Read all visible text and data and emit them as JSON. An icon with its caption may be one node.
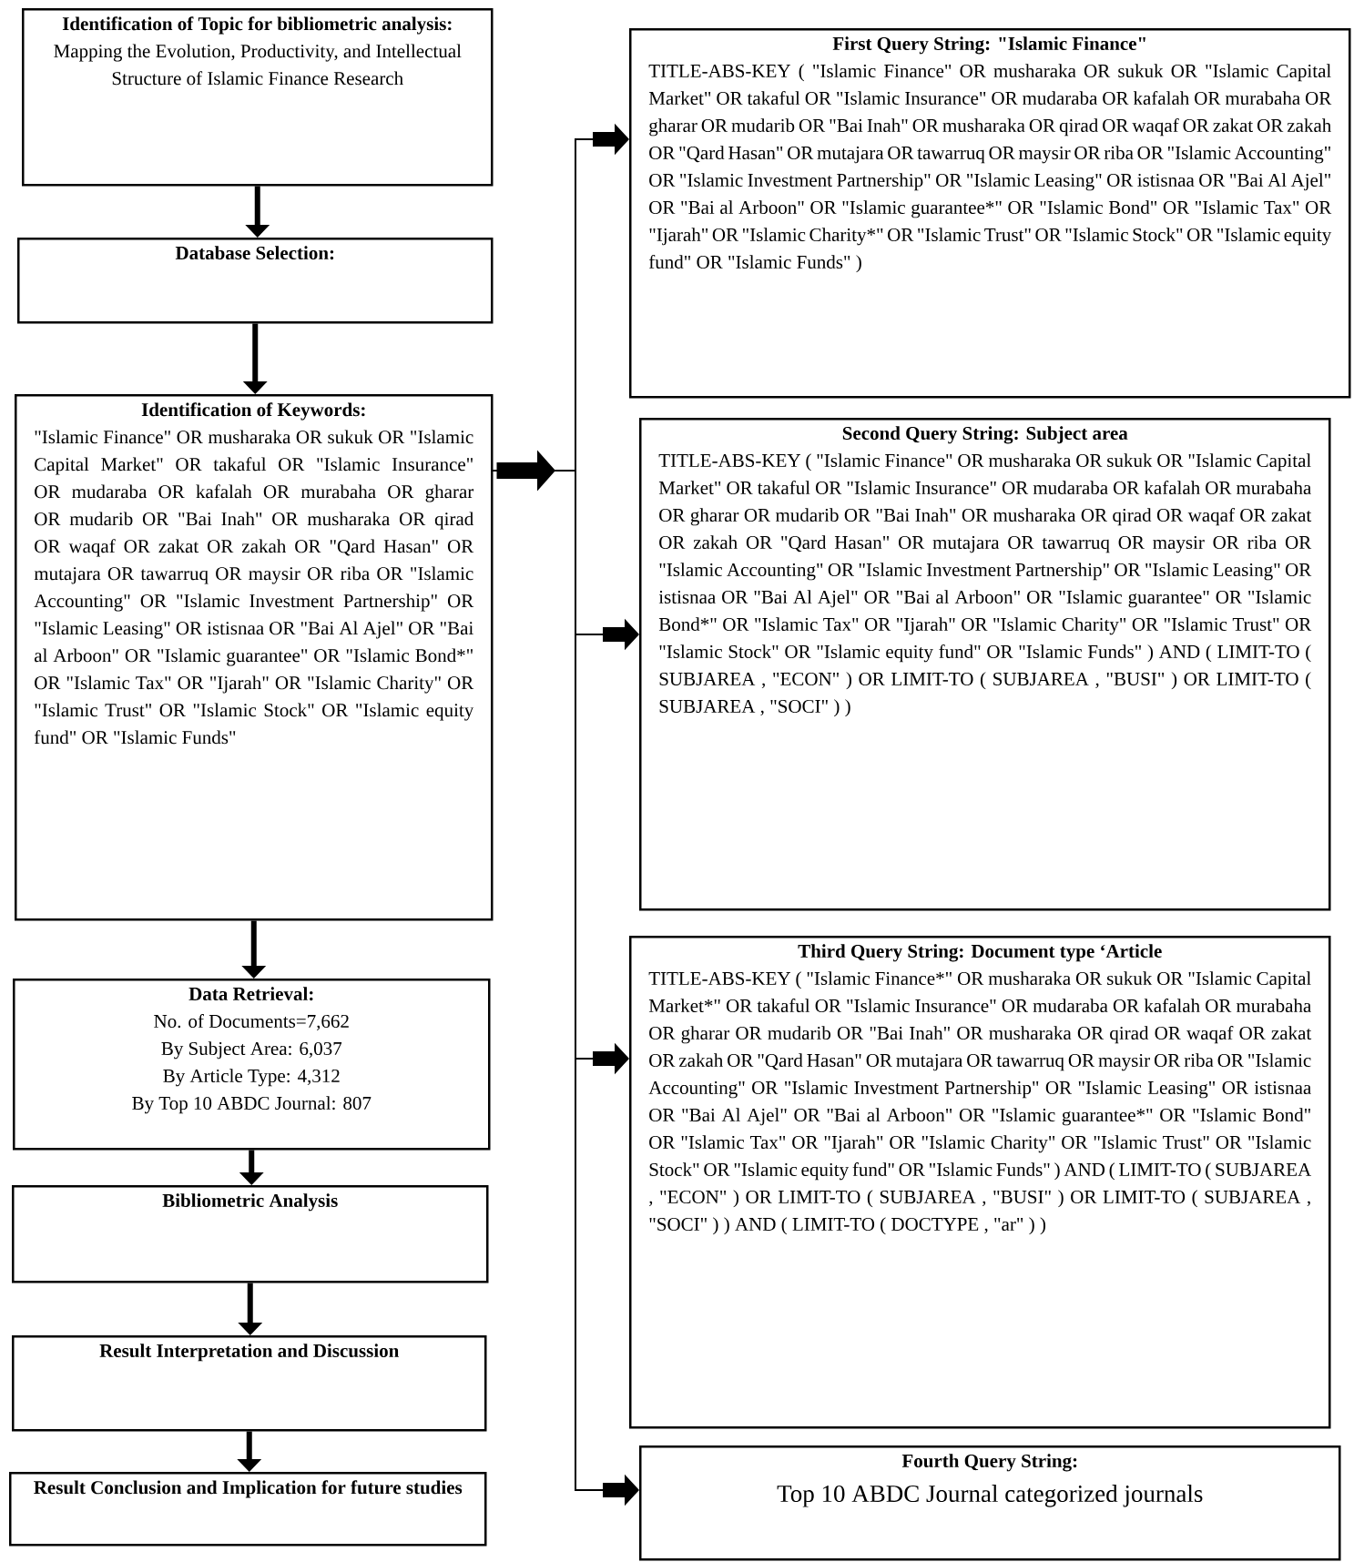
{
  "diagram": {
    "nodes": [
      {
        "text": [
          "Identification of Topic for bibliometric analysis:",
          "Mapping the Evolution, Productivity, and Intellectual Structure of Islamic Finance Research"
        ]
      },
      {
        "text": [
          "Database Selection:"
        ]
      },
      {
        "text": [
          "Identification of Keywords:",
          "\"Islamic Finance\" OR musharaka OR sukuk OR \"Islamic Capital Market\" OR takaful OR \"Islamic Insurance\" OR mudaraba OR kafalah OR murabaha OR gharar OR mudarib OR \"Bai Inah\" OR musharaka OR qirad OR waqaf OR zakat OR zakah OR \"Qard Hasan\" OR mutajara OR tawarruq OR maysir OR riba OR \"Islamic Accounting\" OR \"Islamic Investment Partnership\" OR \"Islamic Leasing\" OR istisnaa OR \"Bai Al Ajel\" OR \"Bai al Arboon\" OR \"Islamic guarantee\" OR \"Islamic Bond*\" OR \"Islamic Tax\" OR \"Ijarah\" OR \"Islamic Charity\" OR \"Islamic Trust\" OR \"Islamic Stock\" OR \"Islamic equity fund\" OR \"Islamic Funds\""
        ]
      },
      {
        "text": [
          "Data Retrieval:",
          "No. of Documents=7,662",
          "By Subject Area: 6,037",
          "By Article Type: 4,312",
          "By Top 10 ABDC Journal: 807"
        ]
      },
      {
        "text": [
          "Bibliometric Analysis"
        ]
      },
      {
        "text": [
          "Result Interpretation and Discussion"
        ]
      },
      {
        "text": [
          "Result Conclusion and Implication for future studies"
        ]
      },
      {
        "text": [
          "First Query String: \"Islamic Finance\"",
          "TITLE-ABS-KEY ( \"Islamic Finance\" OR musharaka OR sukuk OR \"Islamic Capital Market\" OR takaful OR \"Islamic Insurance\" OR mudaraba OR kafalah OR murabaha OR gharar OR mudarib OR \"Bai Inah\" OR musharaka OR qirad OR waqaf OR zakat OR zakah OR \"Qard Hasan\" OR mutajara OR tawarruq OR maysir OR riba OR \"Islamic Accounting\" OR \"Islamic Investment Partnership\" OR \"Islamic Leasing\" OR istisnaa OR \"Bai Al Ajel\" OR \"Bai al Arboon\" OR \"Islamic guarantee*\" OR \"Islamic Bond\" OR \"Islamic Tax\" OR \"Ijarah\" OR \"Islamic Charity*\" OR \"Islamic Trust\" OR \"Islamic Stock\" OR \"Islamic equity fund\" OR \"Islamic Funds\" )"
        ]
      },
      {
        "text": [
          "Second Query String: Subject area",
          "TITLE-ABS-KEY ( \"Islamic Finance\" OR musharaka OR sukuk OR \"Islamic Capital Market\" OR takaful OR \"Islamic Insurance\" OR mudaraba OR kafalah OR murabaha OR gharar OR mudarib OR \"Bai Inah\" OR musharaka OR qirad OR waqaf OR zakat OR zakah OR \"Qard Hasan\" OR mutajara OR tawarruq OR maysir OR riba OR \"Islamic Accounting\" OR \"Islamic Investment Partnership\" OR \"Islamic Leasing\" OR istisnaa OR \"Bai Al Ajel\" OR \"Bai al Arboon\" OR \"Islamic guarantee\" OR \"Islamic Bond*\" OR \"Islamic Tax\" OR \"Ijarah\" OR \"Islamic Charity\" OR \"Islamic Trust\" OR \"Islamic Stock\" OR \"Islamic equity fund\" OR \"Islamic Funds\" ) AND ( LIMIT-TO ( SUBJAREA , \"ECON\" ) OR LIMIT-TO ( SUBJAREA , \"BUSI\" ) OR LIMIT-TO ( SUBJAREA , \"SOCI\" ) )"
        ]
      },
      {
        "text": [
          "Third Query String: Document type ‘Article",
          "TITLE-ABS-KEY ( \"Islamic Finance*\" OR musharaka OR sukuk OR \"Islamic Capital Market*\" OR takaful OR \"Islamic Insurance\" OR mudaraba OR kafalah OR murabaha OR gharar OR mudarib OR \"Bai Inah\" OR musharaka OR qirad OR waqaf OR zakat OR zakah OR \"Qard Hasan\" OR mutajara OR tawarruq OR maysir OR riba OR \"Islamic Accounting\" OR \"Islamic Investment Partnership\" OR \"Islamic Leasing\" OR istisnaa OR \"Bai Al Ajel\" OR \"Bai al Arboon\" OR \"Islamic guarantee*\" OR \"Islamic Bond\" OR \"Islamic Tax\" OR \"Ijarah\" OR \"Islamic Charity\" OR \"Islamic Trust\" OR \"Islamic Stock\" OR \"Islamic equity fund\" OR \"Islamic Funds\" ) AND ( LIMIT-TO ( SUBJAREA , \"ECON\" ) OR LIMIT-TO ( SUBJAREA , \"BUSI\" ) OR LIMIT-TO ( SUBJAREA , \"SOCI\" ) ) AND ( LIMIT-TO ( DOCTYPE , \"ar\" ) )"
        ]
      },
      {
        "text": [
          "Fourth Query String:",
          "Top 10 ABDC Journal categorized journals"
        ]
      }
    ],
    "edges": [
      {
        "from": 0,
        "to": 1,
        "arrow": "to"
      },
      {
        "from": 1,
        "to": 2,
        "arrow": "to"
      },
      {
        "from": 2,
        "to": 3,
        "arrow": "to"
      },
      {
        "from": 3,
        "to": 4,
        "arrow": "to"
      },
      {
        "from": 4,
        "to": 5,
        "arrow": "to"
      },
      {
        "from": 5,
        "to": 6,
        "arrow": "to"
      },
      {
        "from": 2,
        "to": 7,
        "arrow": "to"
      },
      {
        "from": 2,
        "to": 8,
        "arrow": "to"
      },
      {
        "from": 2,
        "to": 9,
        "arrow": "to"
      },
      {
        "from": 2,
        "to": 10,
        "arrow": "to"
      }
    ]
  }
}
